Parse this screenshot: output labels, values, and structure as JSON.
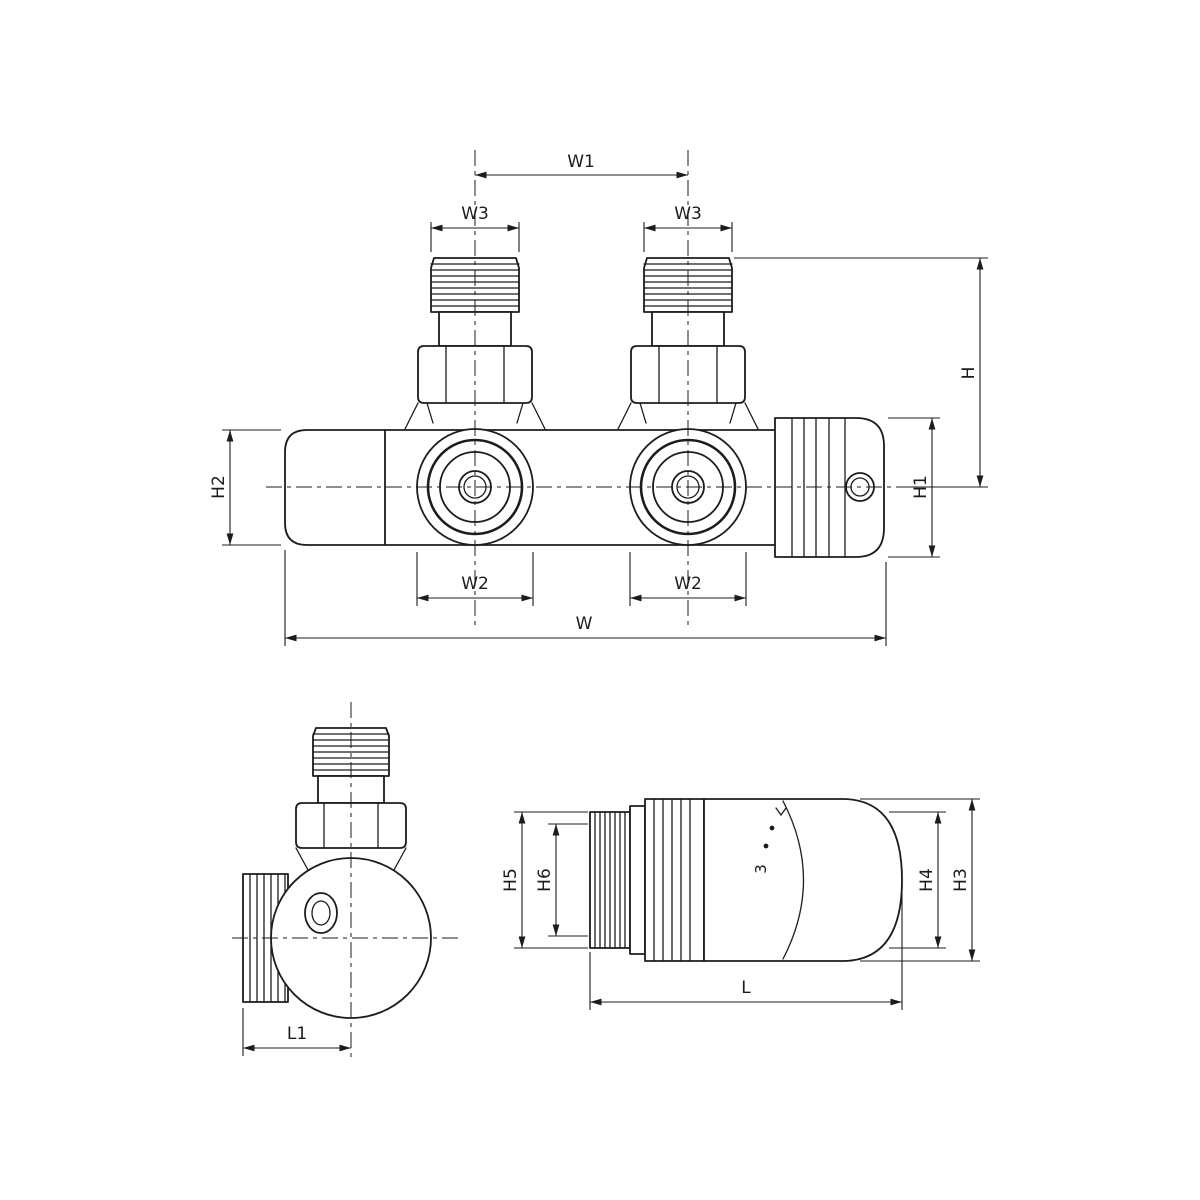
{
  "background_color": "#ffffff",
  "line_color": "#1c1c1c",
  "views": {
    "front": {
      "dims": {
        "w1": "W1",
        "w3_left": "W3",
        "w3_right": "W3",
        "h": "H",
        "h1": "H1",
        "h2": "H2",
        "w2_left": "W2",
        "w2_right": "W2",
        "w": "W"
      }
    },
    "side": {
      "dims": {
        "l1": "L1"
      }
    },
    "head": {
      "dims": {
        "h5": "H5",
        "h6": "H6",
        "h4": "H4",
        "h3": "H3",
        "l": "L"
      },
      "dial_value": "3"
    }
  }
}
